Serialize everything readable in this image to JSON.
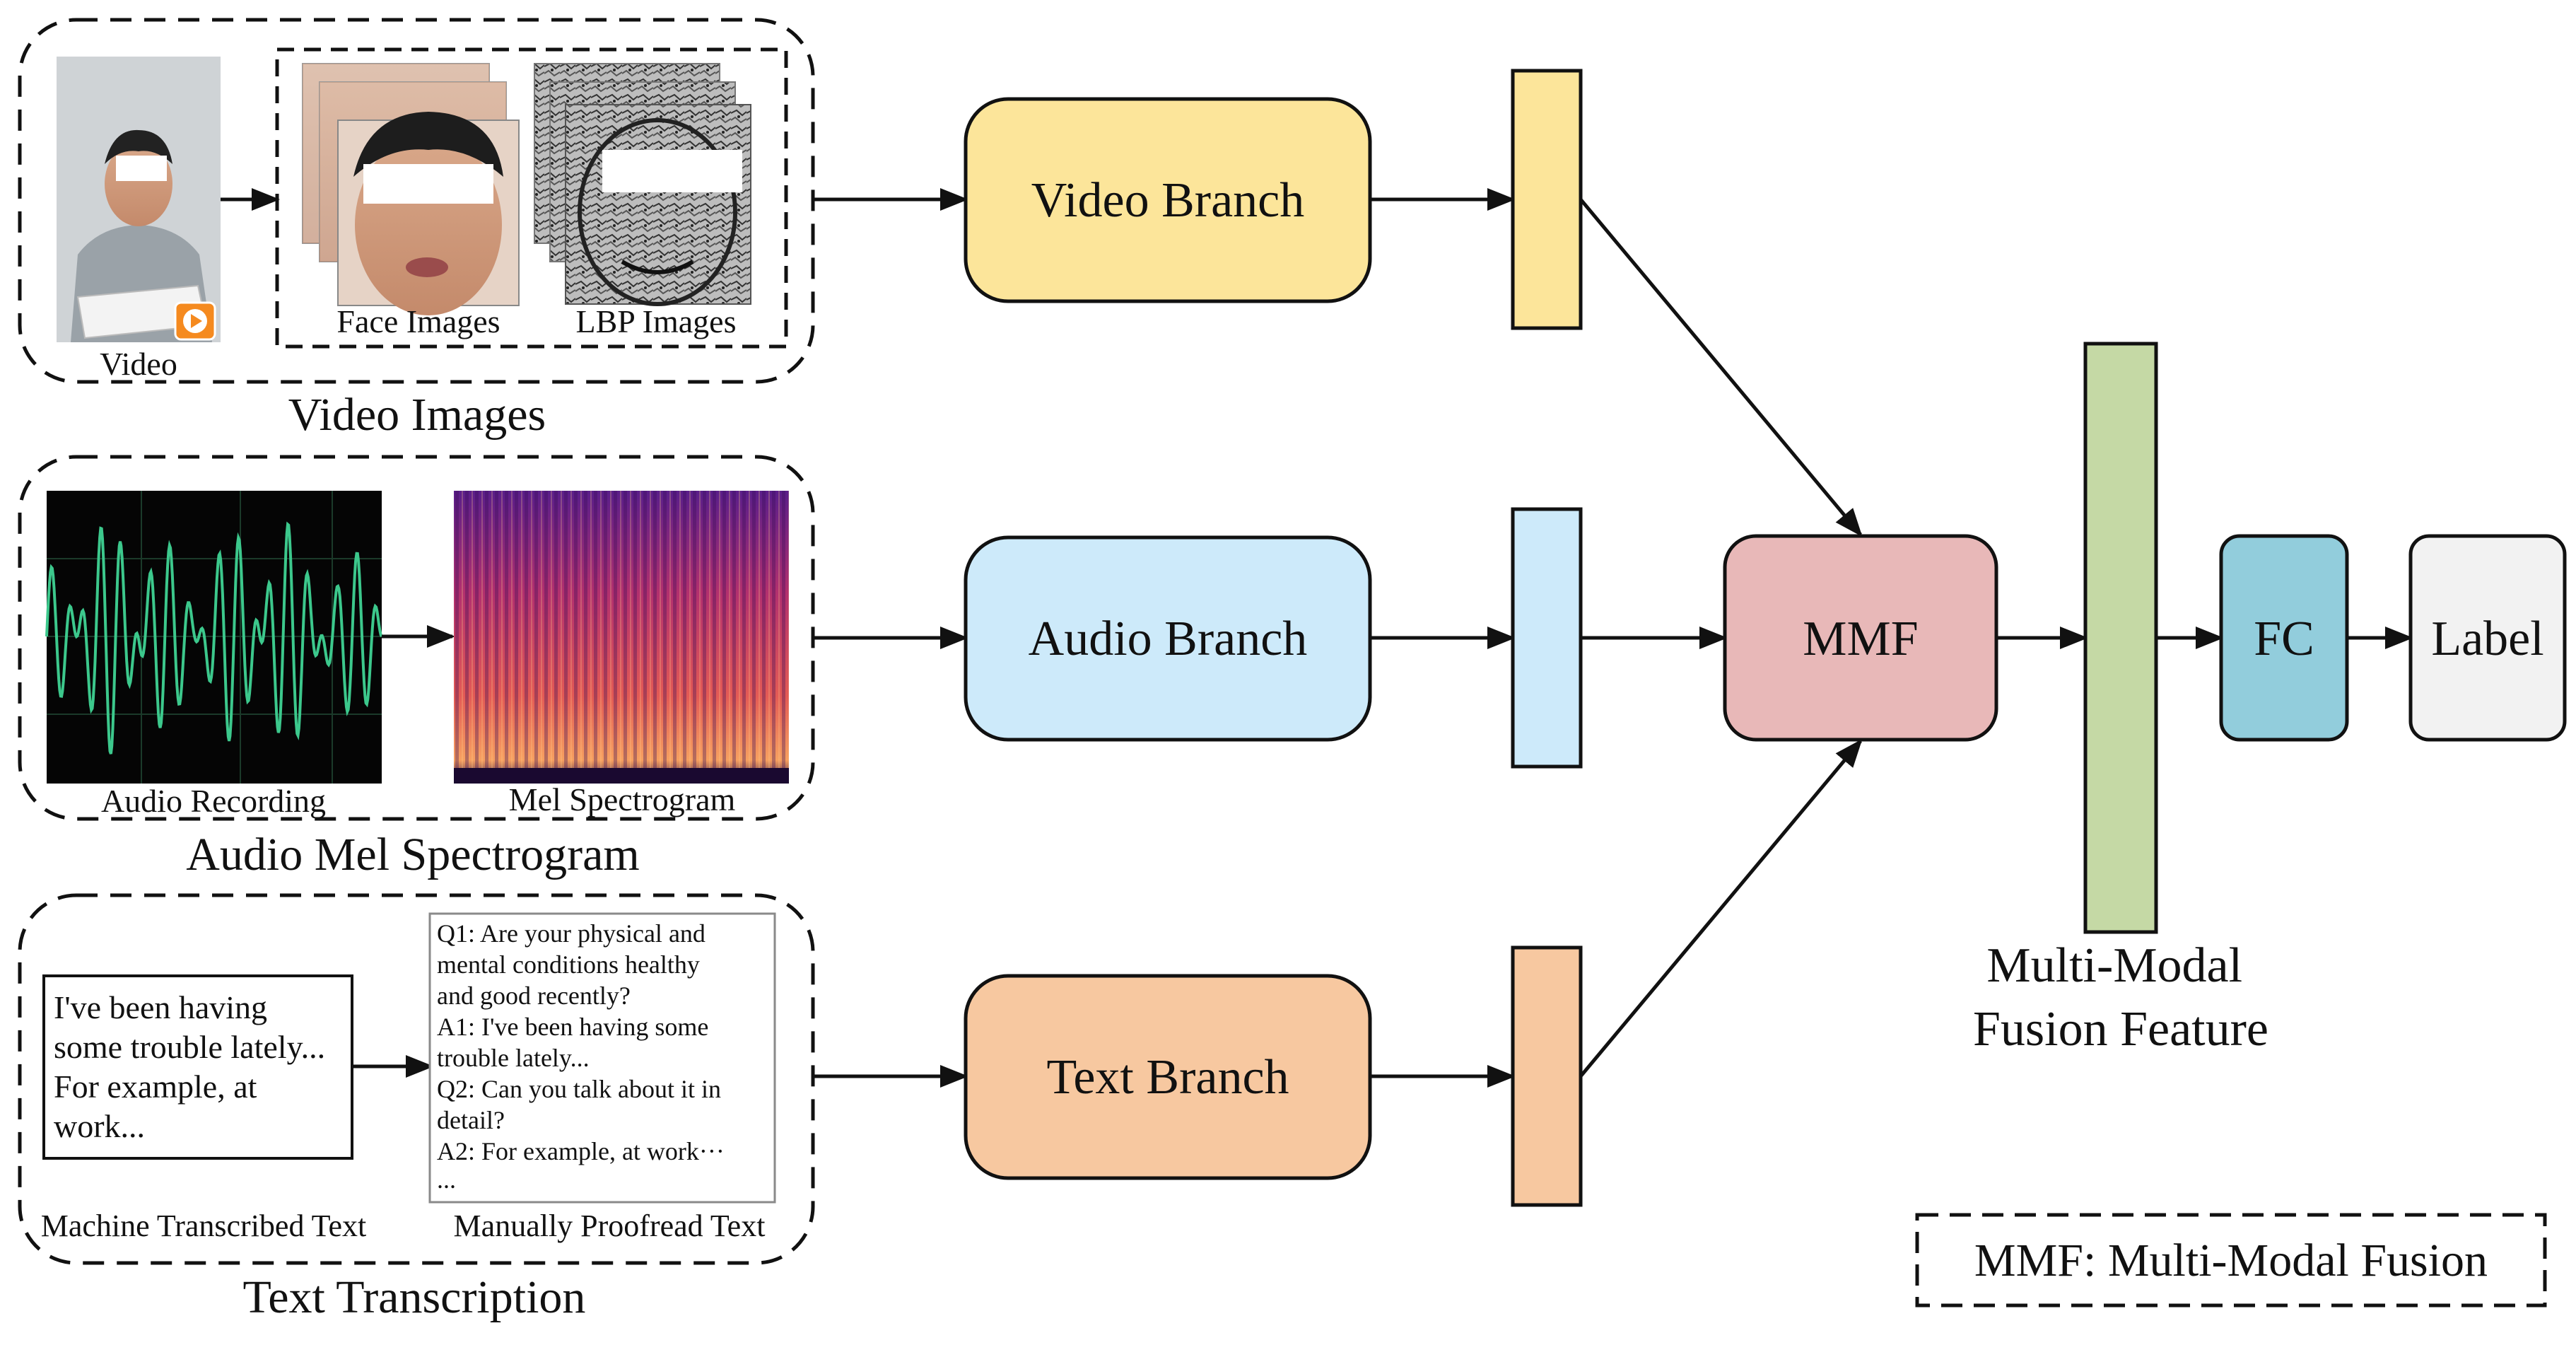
{
  "groups": {
    "video": {
      "title": "Video Images",
      "video_label": "Video",
      "face_label": "Face Images",
      "lbp_label": "LBP Images"
    },
    "audio": {
      "title": "Audio Mel Spectrogram",
      "recording_label": "Audio Recording",
      "mel_label": "Mel Spectrogram"
    },
    "text": {
      "title": "Text Transcription",
      "machine_label": "Machine Transcribed Text",
      "proofread_label": "Manually Proofread Text",
      "machine_lines": [
        "I've been having",
        "some trouble lately...",
        "For example, at",
        "work..."
      ],
      "proofread_lines": [
        "Q1: Are your physical and",
        "mental conditions healthy",
        "and good recently?",
        "A1: I've been having some",
        "trouble lately...",
        "Q2: Can you talk about it in",
        "detail?",
        "A2: For example, at work···",
        "..."
      ]
    }
  },
  "branches": {
    "video": "Video Branch",
    "audio": "Audio Branch",
    "text": "Text Branch"
  },
  "fusion": {
    "mmf": "MMF",
    "feature_line1": "Multi-Modal",
    "feature_line2": "Fusion Feature",
    "fc": "FC",
    "label": "Label"
  },
  "legend": "MMF: Multi-Modal Fusion",
  "colors": {
    "video": "#FCE59A",
    "audio": "#CDEAFA",
    "text": "#F7C8A0",
    "mmf": "#E8B8B8",
    "fusion_feature": "#C5D9A5",
    "fc": "#92CDDC",
    "label": "#F2F2F2",
    "waveform": "#3CC88C"
  }
}
